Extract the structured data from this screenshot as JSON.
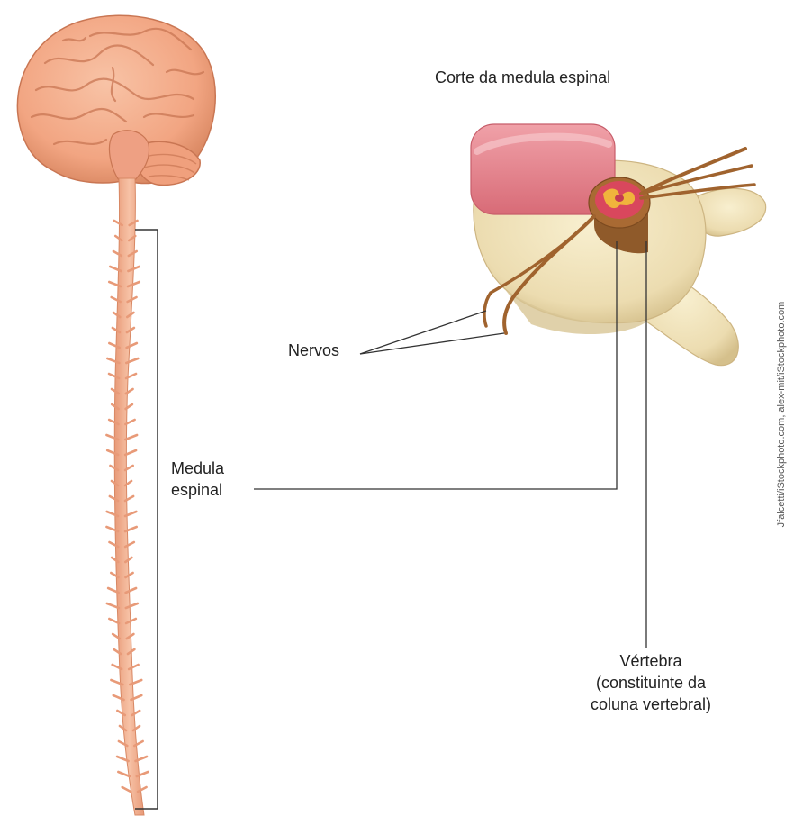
{
  "title": "Corte da medula espinal",
  "labels": {
    "nerves": "Nervos",
    "spinal_cord_line1": "Medula",
    "spinal_cord_line2": "espinal",
    "vertebra_line1": "Vértebra",
    "vertebra_line2": "(constituinte da",
    "vertebra_line3": "coluna vertebral)"
  },
  "credit": "Jfalcetti/iStockphoto.com, alex-mit/iStockphoto.com",
  "colors": {
    "brain": "#f2a582",
    "brain_dark": "#d9805c",
    "bone": "#efe3bc",
    "bone_shadow": "#d8c896",
    "disc": "#e8848e",
    "nerve": "#a0632e",
    "line": "#333333"
  }
}
